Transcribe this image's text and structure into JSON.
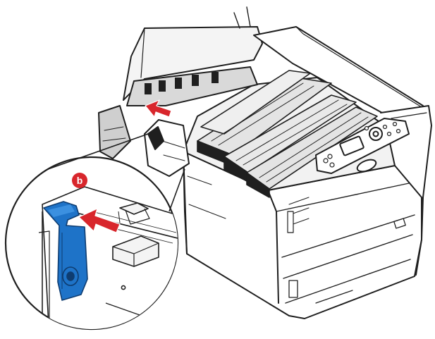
{
  "figure": {
    "step_badge": {
      "label": "b",
      "color": "#d8262c"
    },
    "colors": {
      "line": "#1f1f1f",
      "paper": "#ffffff",
      "shade": "#e9e9e9",
      "arrow": "#d8262c",
      "lever": "#1e73c8"
    },
    "icons": {
      "printer": "printer-illustration",
      "arrow": "red-push-arrow",
      "lever": "blue-release-lever",
      "callout": "magnified-callout-circle"
    }
  }
}
